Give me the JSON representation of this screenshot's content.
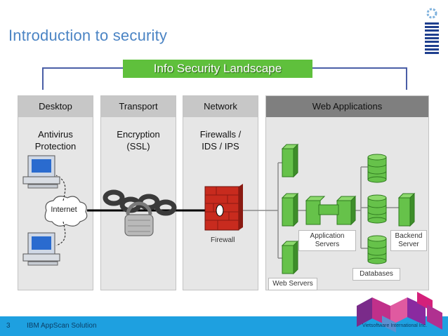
{
  "slide": {
    "title": "Introduction to security",
    "banner": "Info Security Landscape",
    "page_number": "3",
    "footer_text": "IBM AppScan Solution",
    "copyright": "Vietsoftware International Inc."
  },
  "columns": [
    {
      "header": "Desktop",
      "lines": [
        "Antivirus",
        "Protection"
      ]
    },
    {
      "header": "Transport",
      "lines": [
        "Encryption",
        "(SSL)"
      ]
    },
    {
      "header": "Network",
      "lines": [
        "Firewalls /",
        "IDS / IPS"
      ]
    },
    {
      "header": "Web Applications"
    }
  ],
  "labels": {
    "internet": "Internet",
    "firewall": "Firewall",
    "app_servers": [
      "Application",
      "Servers"
    ],
    "backend_server": [
      "Backend",
      "Server"
    ],
    "databases": "Databases",
    "web_servers": "Web Servers"
  },
  "colors": {
    "title": "#4b84c4",
    "banner": "#5fc03c",
    "footer": "#1ea0e0",
    "server_green": "#66c24a"
  }
}
